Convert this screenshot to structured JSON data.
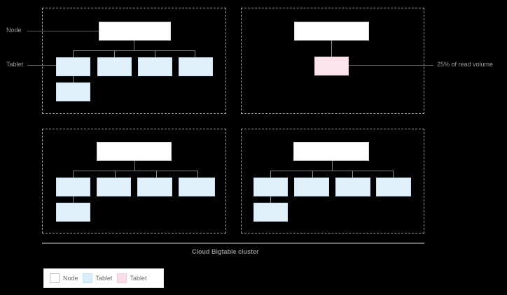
{
  "diagram": {
    "title": "Cloud Bigtable cluster",
    "annotations": {
      "node_label": "Node",
      "tablet_label": "Tablet",
      "hotspot_label": "25% of read volume"
    },
    "colors": {
      "background": "#000000",
      "node_fill": "#ffffff",
      "tablet_fill": "#e1f1fb",
      "hot_tablet_fill": "#fbe4ec",
      "connector": "#7a7a7a",
      "dashed_border": "#9e9e9e",
      "label_text": "#9a9a9a"
    },
    "quadrants": [
      {
        "id": "top-left",
        "node_count": 1,
        "tablet_count": 5,
        "hot_tablet_count": 0
      },
      {
        "id": "top-right",
        "node_count": 1,
        "tablet_count": 0,
        "hot_tablet_count": 1
      },
      {
        "id": "bottom-left",
        "node_count": 1,
        "tablet_count": 5,
        "hot_tablet_count": 0
      },
      {
        "id": "bottom-right",
        "node_count": 1,
        "tablet_count": 5,
        "hot_tablet_count": 0
      }
    ]
  },
  "legend": {
    "items": [
      {
        "label": "Node",
        "swatch": "node-swatch"
      },
      {
        "label": "Tablet",
        "swatch": "tablet-swatch"
      },
      {
        "label": "Tablet",
        "swatch": "hot-tablet-swatch"
      }
    ]
  }
}
